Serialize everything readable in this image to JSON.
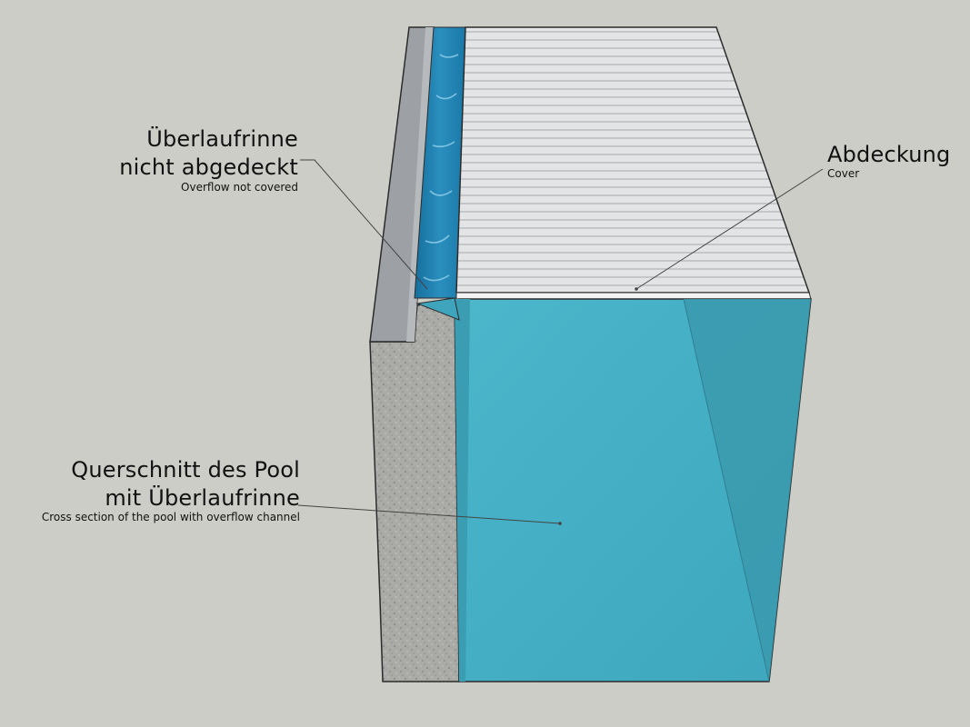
{
  "annotations": {
    "overflow": {
      "title_line1": "Überlaufrinne",
      "title_line2": "nicht abgedeckt",
      "subtitle": "Overflow not covered"
    },
    "cover": {
      "title": "Abdeckung",
      "subtitle": "Cover"
    },
    "cross_section": {
      "title_line1": "Querschnitt des Pool",
      "title_line2": "mit Überlaufrinne",
      "subtitle": "Cross section of the pool with overflow channel"
    }
  },
  "colors": {
    "background": "#cdcdc8",
    "concrete": "#a9a9a6",
    "coping": "#9a9ea2",
    "overflow_water": "#1f7fae",
    "pool_water": "#45b0c6",
    "pool_water_shade": "#3a98ae",
    "cover_slats": "#e2e3e5"
  }
}
